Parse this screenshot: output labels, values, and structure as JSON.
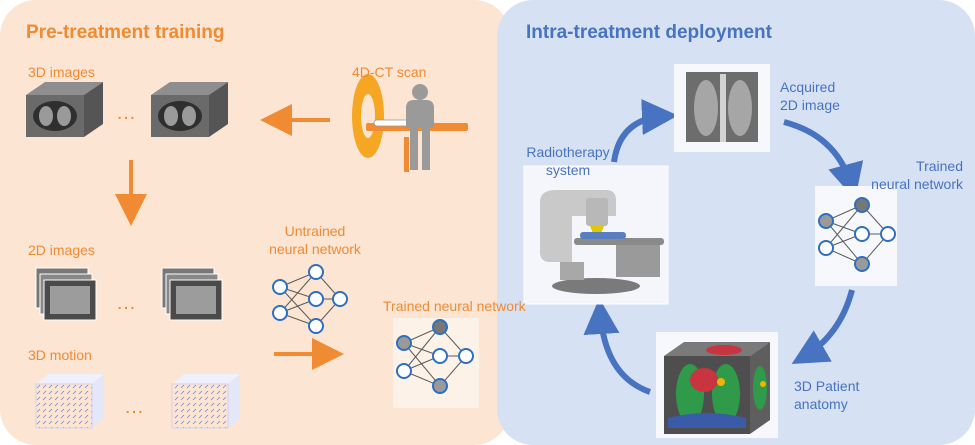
{
  "left_panel": {
    "title": "Pre-treatment training",
    "labels": {
      "images_3d": "3D images",
      "scan_4dct": "4D-CT scan",
      "images_2d": "2D images",
      "motion_3d": "3D motion",
      "untrained_nn": "Untrained\nneural network",
      "trained_nn": "Trained neural network",
      "ellipsis": "…"
    }
  },
  "right_panel": {
    "title": "Intra-treatment deployment",
    "labels": {
      "radiotherapy": "Radiotherapy\nsystem",
      "acquired": "Acquired\n2D image",
      "trained_nn": "Trained\nneural network",
      "anatomy": "3D Patient\nanatomy"
    }
  },
  "colors": {
    "left_bg": "#fce5d2",
    "right_bg": "#d6e2f3",
    "orange_accent": "#f08a33",
    "blue_accent": "#4873c0",
    "node_stroke": "#2e6fc0"
  }
}
